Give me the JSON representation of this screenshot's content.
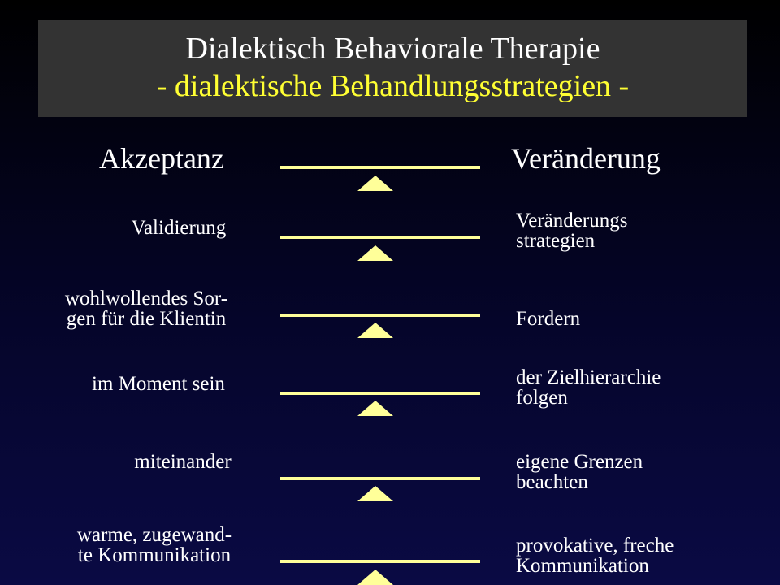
{
  "title": {
    "line1": "Dialektisch Behaviorale Therapie",
    "line2": "- dialektische Behandlungsstrategien -"
  },
  "columns": {
    "left_heading": "Akzeptanz",
    "right_heading": "Veränderung"
  },
  "rows": [
    {
      "left": "Validierung",
      "right": "Veränderungs\nstrategien"
    },
    {
      "left": "wohlwollendes Sor-\ngen für die Klientin",
      "right": "Fordern"
    },
    {
      "left": "im Moment sein",
      "right": "der Zielhierarchie\nfolgen"
    },
    {
      "left": "miteinander",
      "right": "eigene Grenzen\nbeachten"
    },
    {
      "left": "warme, zugewand-\nte Kommunikation",
      "right": "provokative, freche\nKommunikation"
    }
  ],
  "colors": {
    "background": "#000033",
    "title_box": "#333333",
    "title_line1": "#ffffff",
    "title_line2": "#ffff33",
    "balance": "#ffff99",
    "text": "#ffffff"
  }
}
